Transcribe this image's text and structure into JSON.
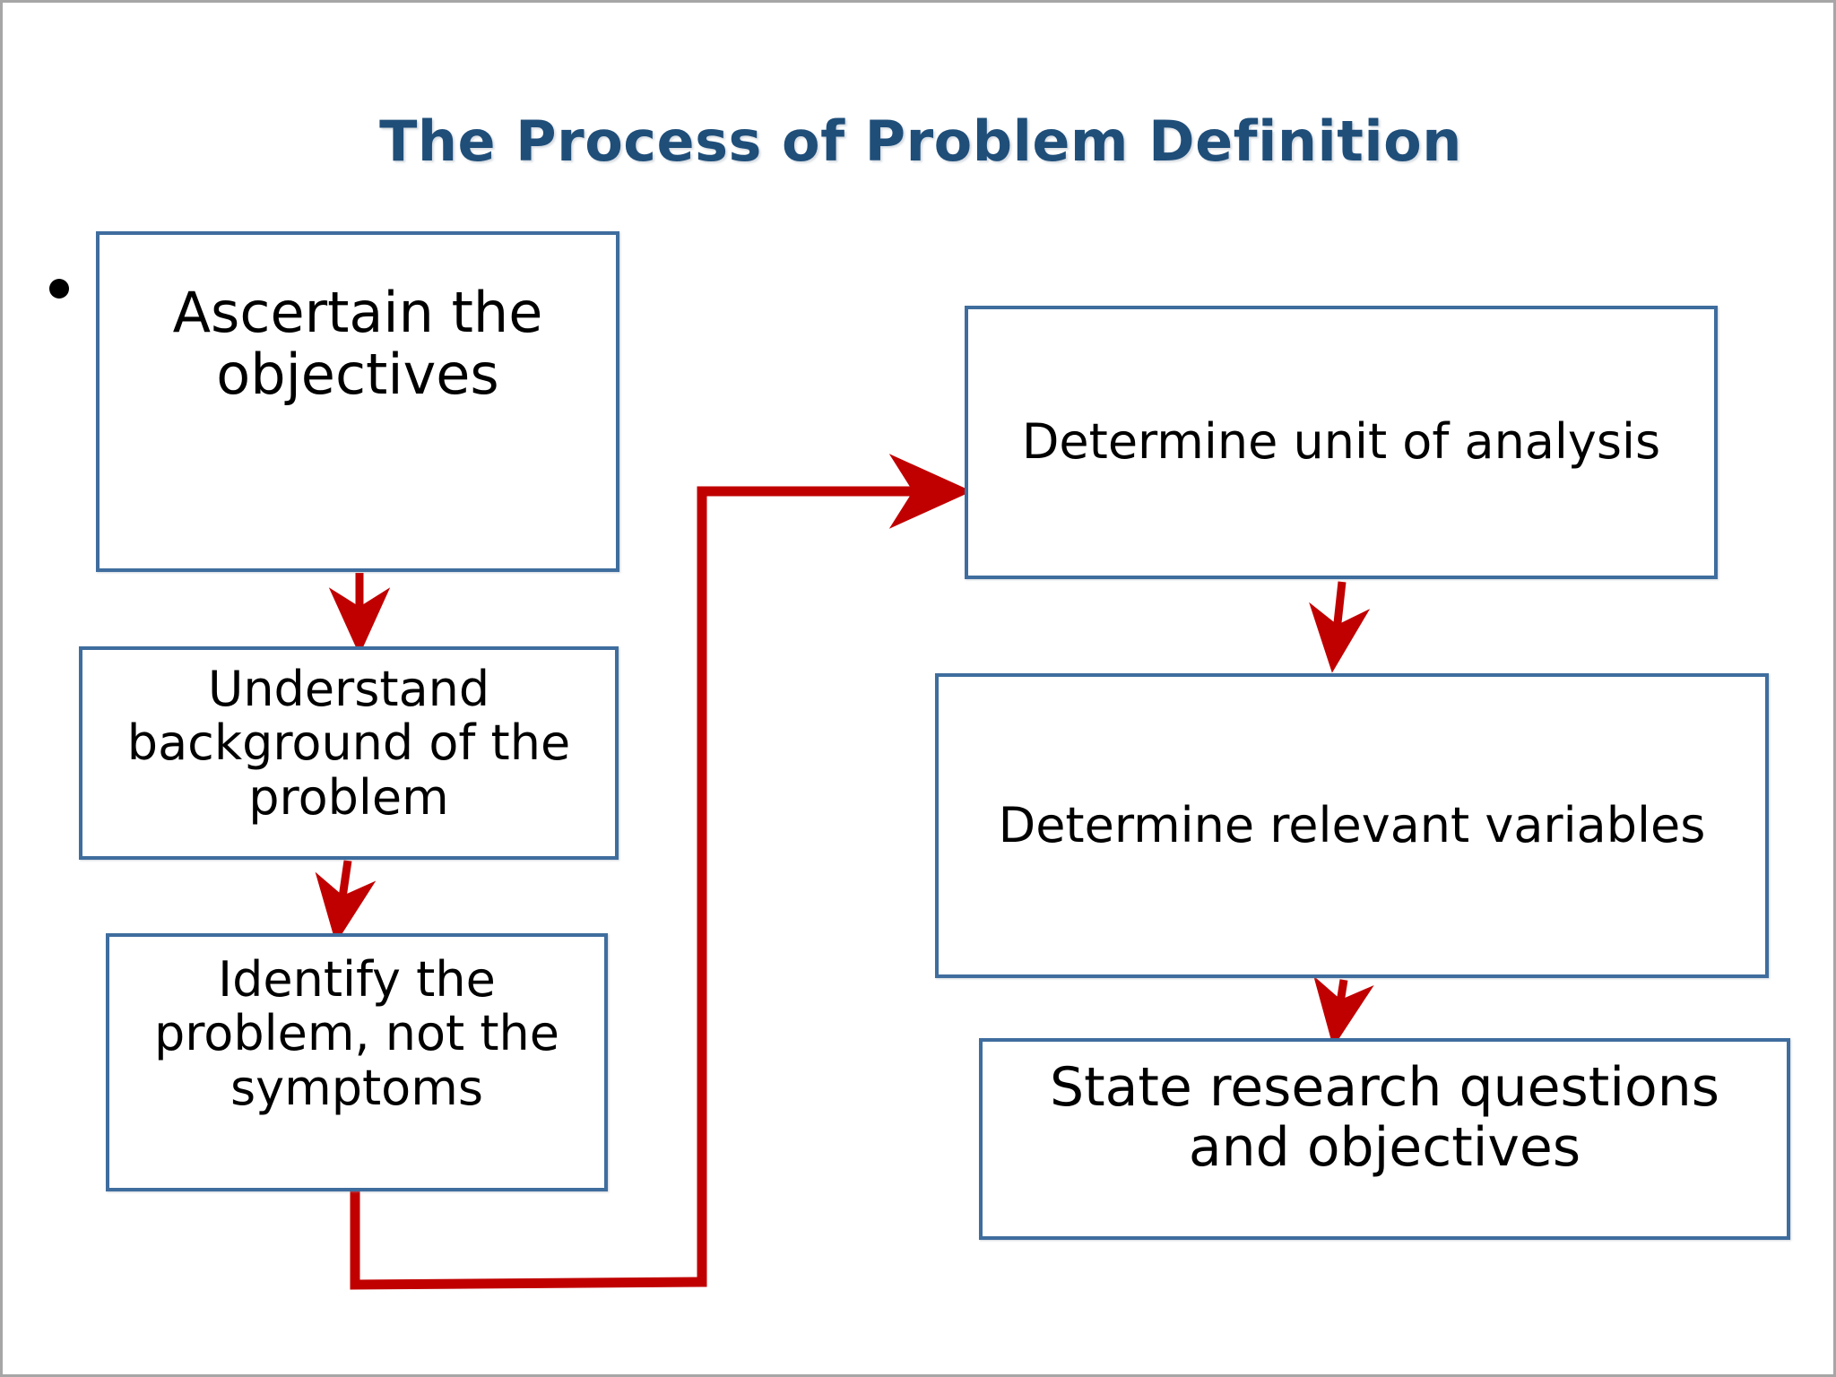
{
  "slide": {
    "title": "The Process of Problem Definition",
    "title_color": "#1f4e79",
    "box_border_color": "#3f6d9e",
    "connector_color": "#c00000",
    "background_color": "#ffffff"
  },
  "boxes": [
    {
      "id": "objectives",
      "label": "Ascertain the objectives"
    },
    {
      "id": "background",
      "label": "Understand background of the problem"
    },
    {
      "id": "identify",
      "label": "Identify the problem, not the symptoms"
    },
    {
      "id": "unit",
      "label": "Determine unit of analysis"
    },
    {
      "id": "variables",
      "label": "Determine relevant variables"
    },
    {
      "id": "state",
      "label": "State research questions and objectives"
    }
  ],
  "connectors": [
    {
      "from": "objectives",
      "to": "background",
      "style": "arrow-down"
    },
    {
      "from": "background",
      "to": "identify",
      "style": "arrow-down"
    },
    {
      "from": "identify",
      "to": "unit",
      "style": "elbow-right-up"
    },
    {
      "from": "unit",
      "to": "variables",
      "style": "arrow-down"
    },
    {
      "from": "variables",
      "to": "state",
      "style": "arrow-down"
    }
  ]
}
